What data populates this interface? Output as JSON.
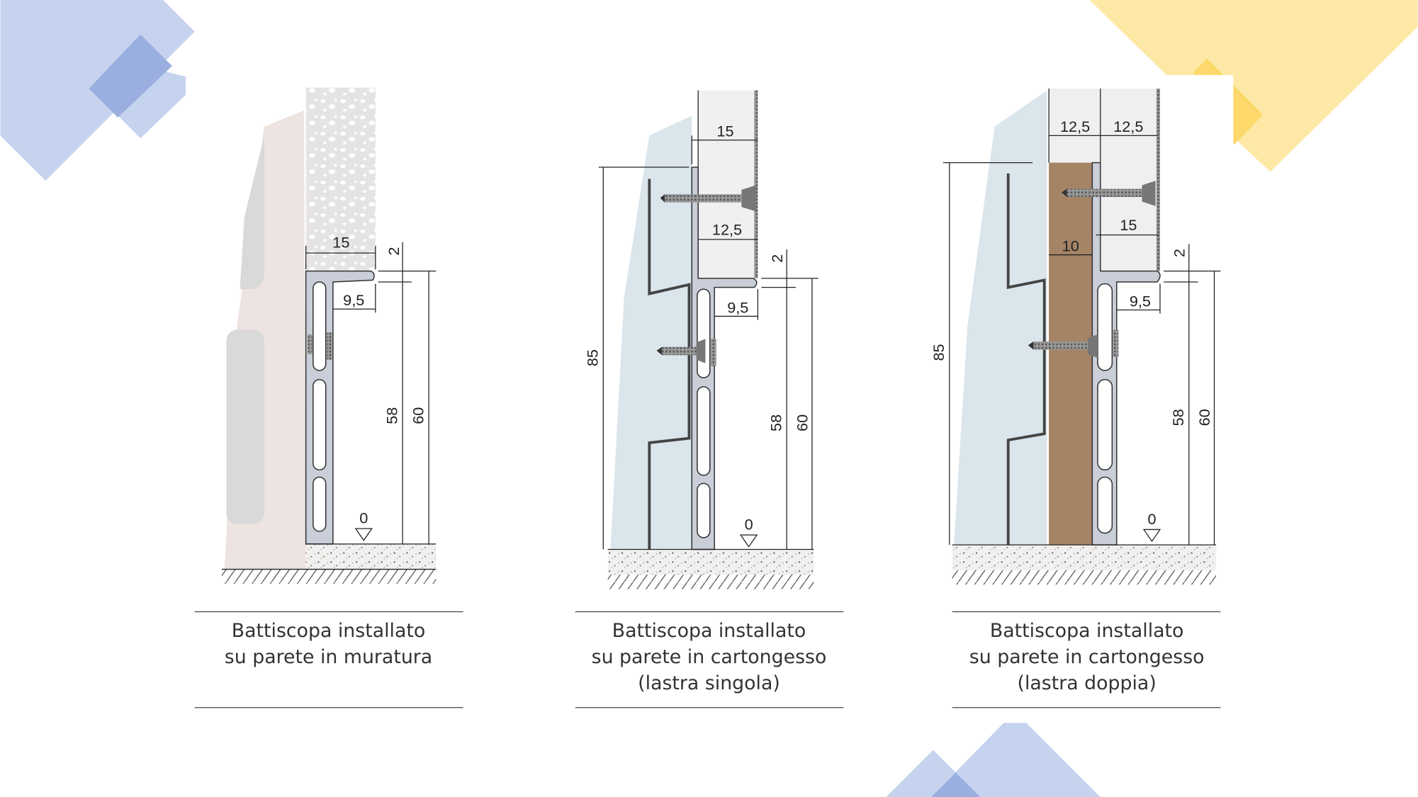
{
  "colors": {
    "decor_blue": "#c5d3ee",
    "decor_blue_dark": "#9aaedf",
    "decor_yellow": "#fde8a6",
    "decor_yellow_dark": "#fdd86a",
    "masonry": "#ede3e0",
    "plasterboard_wall": "#dbe5ec",
    "wood": "#a58466",
    "profile": "#c9ced8"
  },
  "diagrams": [
    {
      "caption": [
        "Battiscopa installato",
        "su parete in muratura"
      ],
      "dims": {
        "width_top": "15",
        "gap": "2",
        "lip": "9,5",
        "h58": "58",
        "h60": "60",
        "zero": "0"
      }
    },
    {
      "caption": [
        "Battiscopa installato",
        "su parete in cartongesso",
        "(lastra singola)"
      ],
      "dims": {
        "width_top": "15",
        "board": "12,5",
        "gap": "2",
        "lip": "9,5",
        "h58": "58",
        "h60": "60",
        "h85": "85",
        "zero": "0"
      }
    },
    {
      "caption": [
        "Battiscopa installato",
        "su parete in cartongesso",
        "(lastra doppia)"
      ],
      "dims": {
        "board1": "12,5",
        "board2": "12,5",
        "width_top": "15",
        "wood": "10",
        "gap": "2",
        "lip": "9,5",
        "h58": "58",
        "h60": "60",
        "h85": "85",
        "zero": "0"
      }
    }
  ]
}
